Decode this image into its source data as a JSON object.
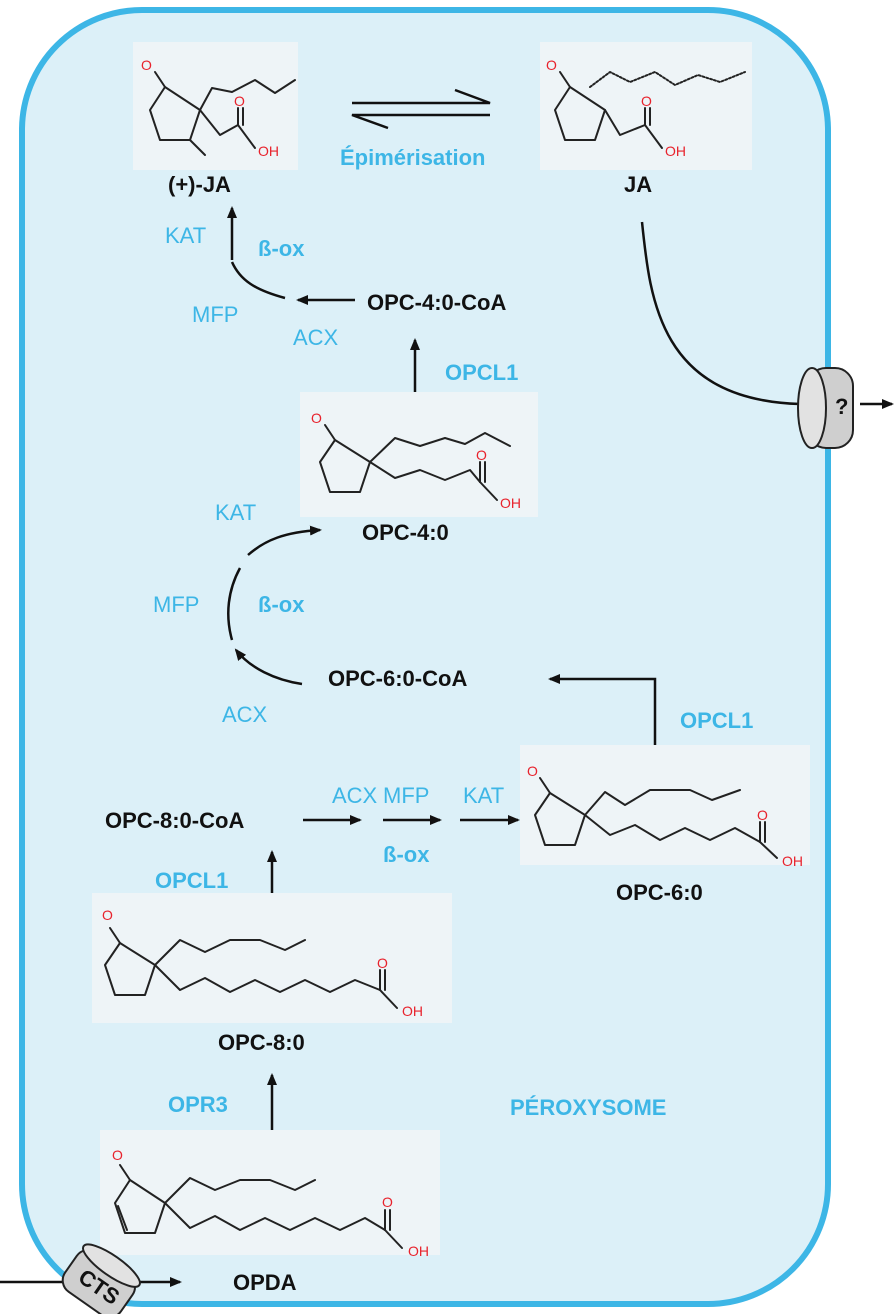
{
  "compartment": {
    "label": "PÉROXYSOME"
  },
  "molecules": {
    "plus_ja": "(+)-JA",
    "ja": "JA",
    "opc40": "OPC-4:0",
    "opc60": "OPC-6:0",
    "opc80": "OPC-8:0",
    "opda": "OPDA"
  },
  "intermediates": {
    "opc40_coa": "OPC-4:0-CoA",
    "opc60_coa": "OPC-6:0-CoA",
    "opc80_coa": "OPC-8:0-CoA"
  },
  "enzymes": {
    "epimerisation": "Épimérisation",
    "opcl1": "OPCL1",
    "opr3": "OPR3",
    "acx": "ACX",
    "mfp": "MFP",
    "kat": "KAT",
    "beta_ox": "ß-ox"
  },
  "atoms": {
    "oxygen": "O",
    "hydroxyl": "OH"
  },
  "transporters": {
    "unknown": "?",
    "cts": "CTS"
  },
  "colors": {
    "accent": "#3db6e6",
    "membrane": "#3db6e6",
    "fill": "#dcf0f8",
    "oxygen": "#e8222c"
  }
}
